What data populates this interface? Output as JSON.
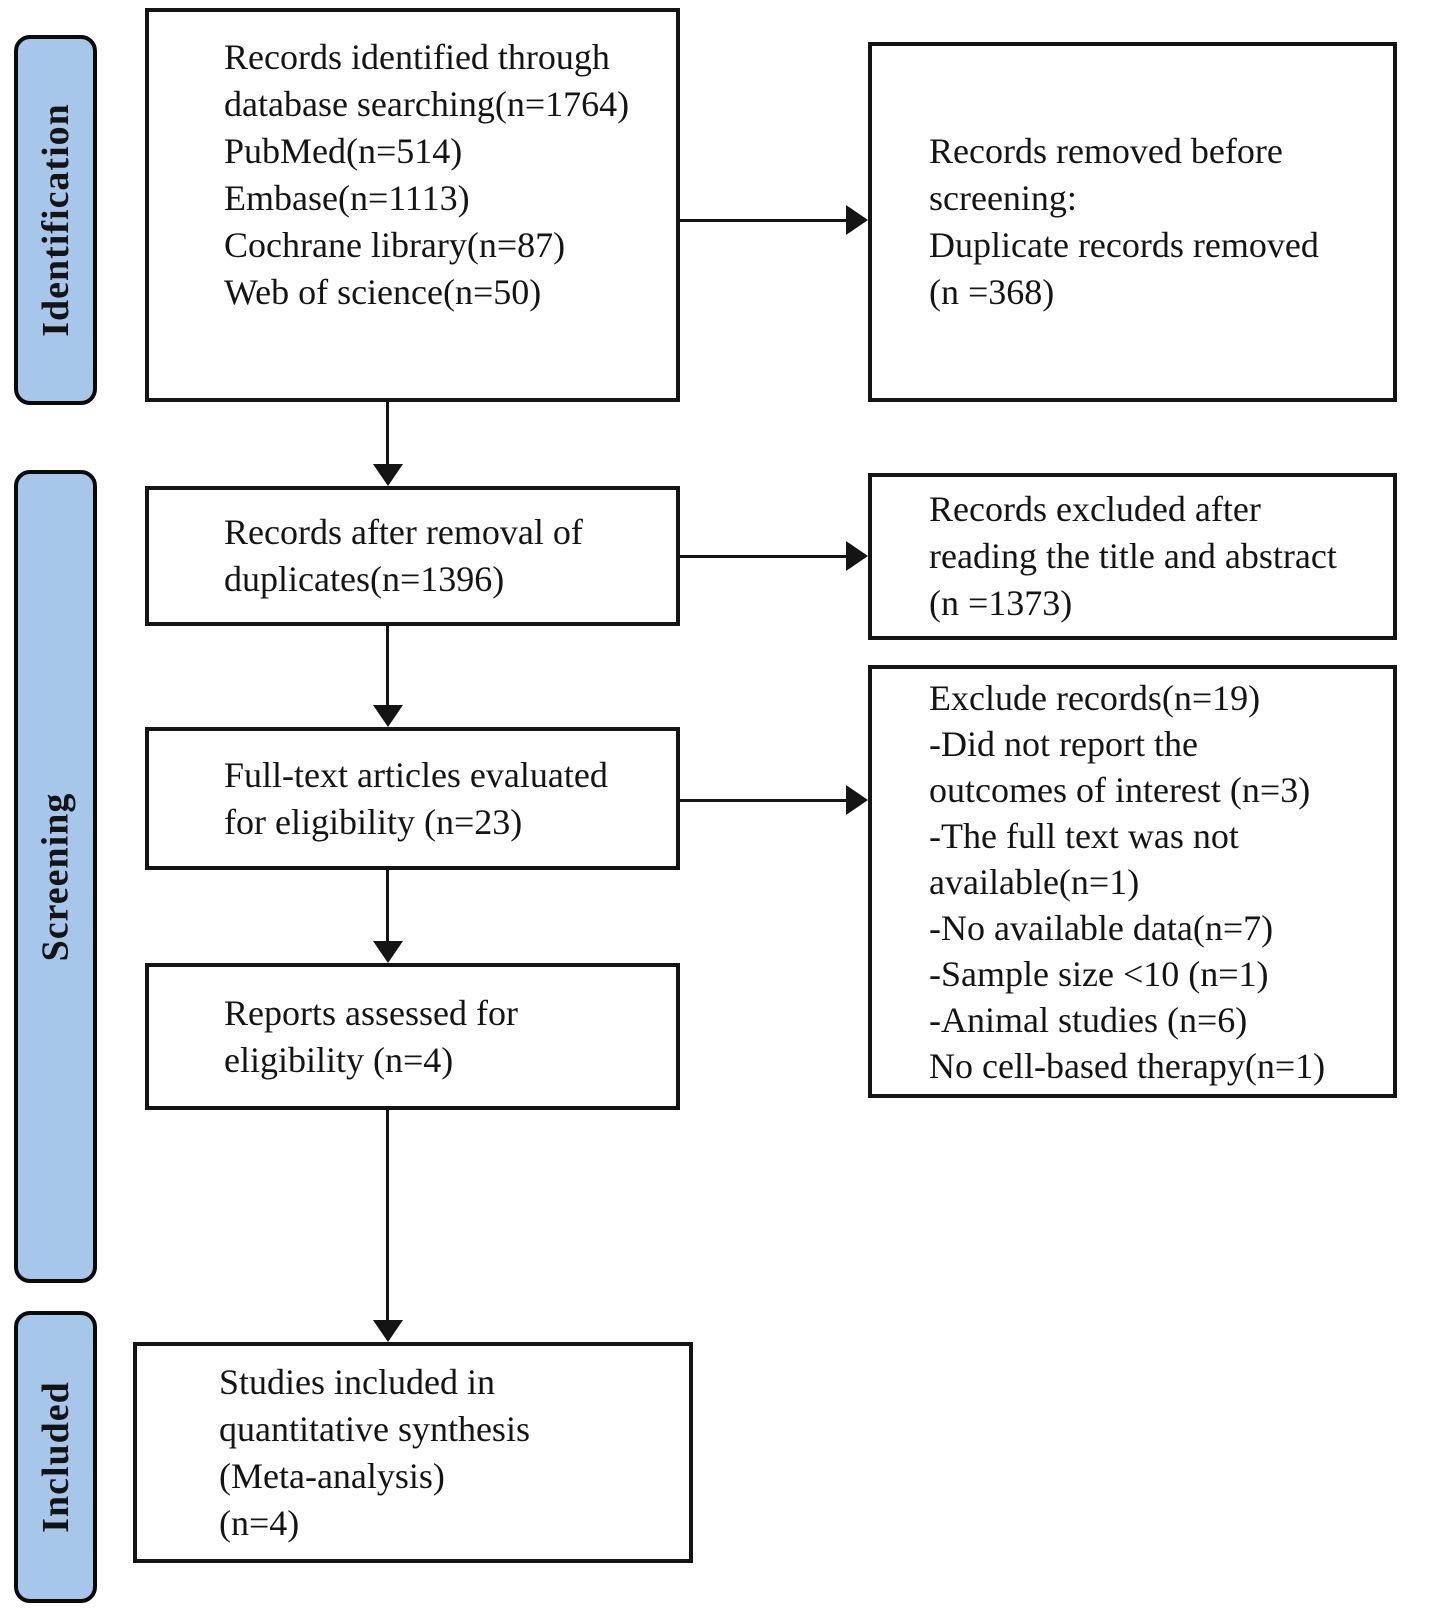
{
  "diagram": {
    "title": "PRISMA study selection flow diagram",
    "stages": {
      "identification": "Identification",
      "screening": "Screening",
      "included": "Included"
    },
    "boxes": {
      "identified": {
        "lines": [
          "Records identified through",
          "database searching(n=1764)",
          "PubMed(n=514)",
          "Embase(n=1113)",
          "Cochrane library(n=87)",
          "Web of science(n=50)"
        ]
      },
      "removed_before_screening": {
        "lines": [
          "Records removed before",
          "screening:",
          "Duplicate records removed",
          "(n =368)"
        ]
      },
      "after_duplicates": {
        "lines": [
          "Records after removal of",
          "duplicates(n=1396)"
        ]
      },
      "excluded_title_abstract": {
        "lines": [
          "Records excluded after",
          "reading the title and abstract",
          "(n =1373)"
        ]
      },
      "fulltext_evaluated": {
        "lines": [
          "Full-text articles evaluated",
          "for eligibility (n=23)"
        ]
      },
      "excluded_fulltext": {
        "lines": [
          "Exclude records(n=19)",
          "-Did not report the",
          "outcomes of interest (n=3)",
          "-The full text was not",
          "available(n=1)",
          "-No available data(n=7)",
          "-Sample size <10 (n=1)",
          "-Animal studies  (n=6)",
          "No cell-based therapy(n=1)"
        ]
      },
      "reports_assessed": {
        "lines": [
          "Reports assessed for",
          "eligibility (n=4)"
        ]
      },
      "included_studies": {
        "lines": [
          "Studies included in",
          "quantitative synthesis",
          "(Meta-analysis)",
          "(n=4)"
        ]
      }
    },
    "colors": {
      "stage_fill": "#a6c7e9",
      "stage_border": "#0a0a0a",
      "box_border": "#141414",
      "arrow": "#141414",
      "text": "#141414",
      "background": "#ffffff"
    }
  }
}
